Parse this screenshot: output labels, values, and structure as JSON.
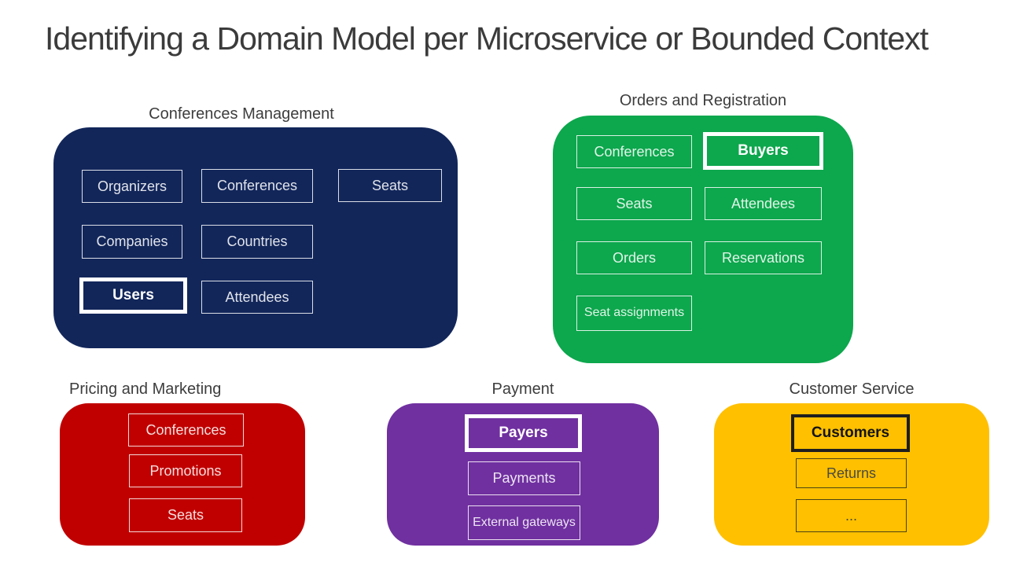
{
  "title": "Identifying a Domain Model per Microservice or Bounded Context",
  "contexts": [
    {
      "name": "Conferences Management",
      "color": "#12265A",
      "items": [
        {
          "label": "Organizers",
          "emphasized": false
        },
        {
          "label": "Conferences",
          "emphasized": false
        },
        {
          "label": "Seats",
          "emphasized": false
        },
        {
          "label": "Companies",
          "emphasized": false
        },
        {
          "label": "Countries",
          "emphasized": false
        },
        {
          "label": "Users",
          "emphasized": true
        },
        {
          "label": "Attendees",
          "emphasized": false
        }
      ]
    },
    {
      "name": "Orders and Registration",
      "color": "#0DA74D",
      "items": [
        {
          "label": "Conferences",
          "emphasized": false
        },
        {
          "label": "Buyers",
          "emphasized": true
        },
        {
          "label": "Seats",
          "emphasized": false
        },
        {
          "label": "Attendees",
          "emphasized": false
        },
        {
          "label": "Orders",
          "emphasized": false
        },
        {
          "label": "Reservations",
          "emphasized": false
        },
        {
          "label": "Seat assignments",
          "emphasized": false
        }
      ]
    },
    {
      "name": "Pricing and Marketing",
      "color": "#C00000",
      "items": [
        {
          "label": "Conferences",
          "emphasized": false
        },
        {
          "label": "Promotions",
          "emphasized": false
        },
        {
          "label": "Seats",
          "emphasized": false
        }
      ]
    },
    {
      "name": "Payment",
      "color": "#7030A0",
      "items": [
        {
          "label": "Payers",
          "emphasized": true
        },
        {
          "label": "Payments",
          "emphasized": false
        },
        {
          "label": "External gateways",
          "emphasized": false
        }
      ]
    },
    {
      "name": "Customer Service",
      "color": "#FFC000",
      "text_color": "#4B4B40",
      "items": [
        {
          "label": "Customers",
          "emphasized": true
        },
        {
          "label": "Returns",
          "emphasized": false
        },
        {
          "label": "...",
          "emphasized": false
        }
      ]
    }
  ]
}
